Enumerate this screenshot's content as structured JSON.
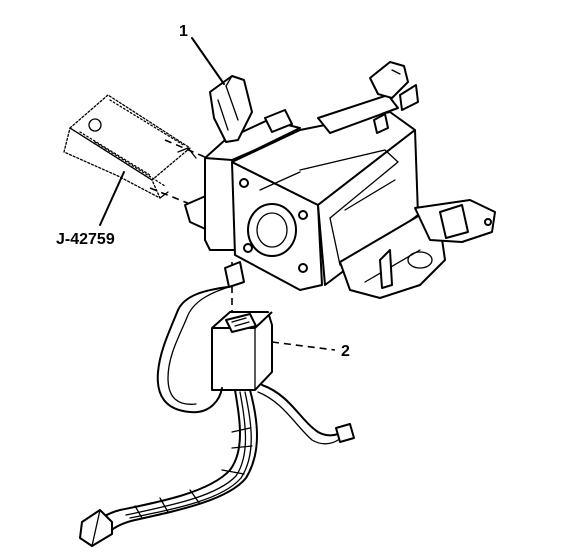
{
  "callouts": {
    "item1": "1",
    "item2": "2",
    "tool": "J-42759"
  },
  "colors": {
    "ink": "#000000",
    "paper": "#ffffff"
  }
}
